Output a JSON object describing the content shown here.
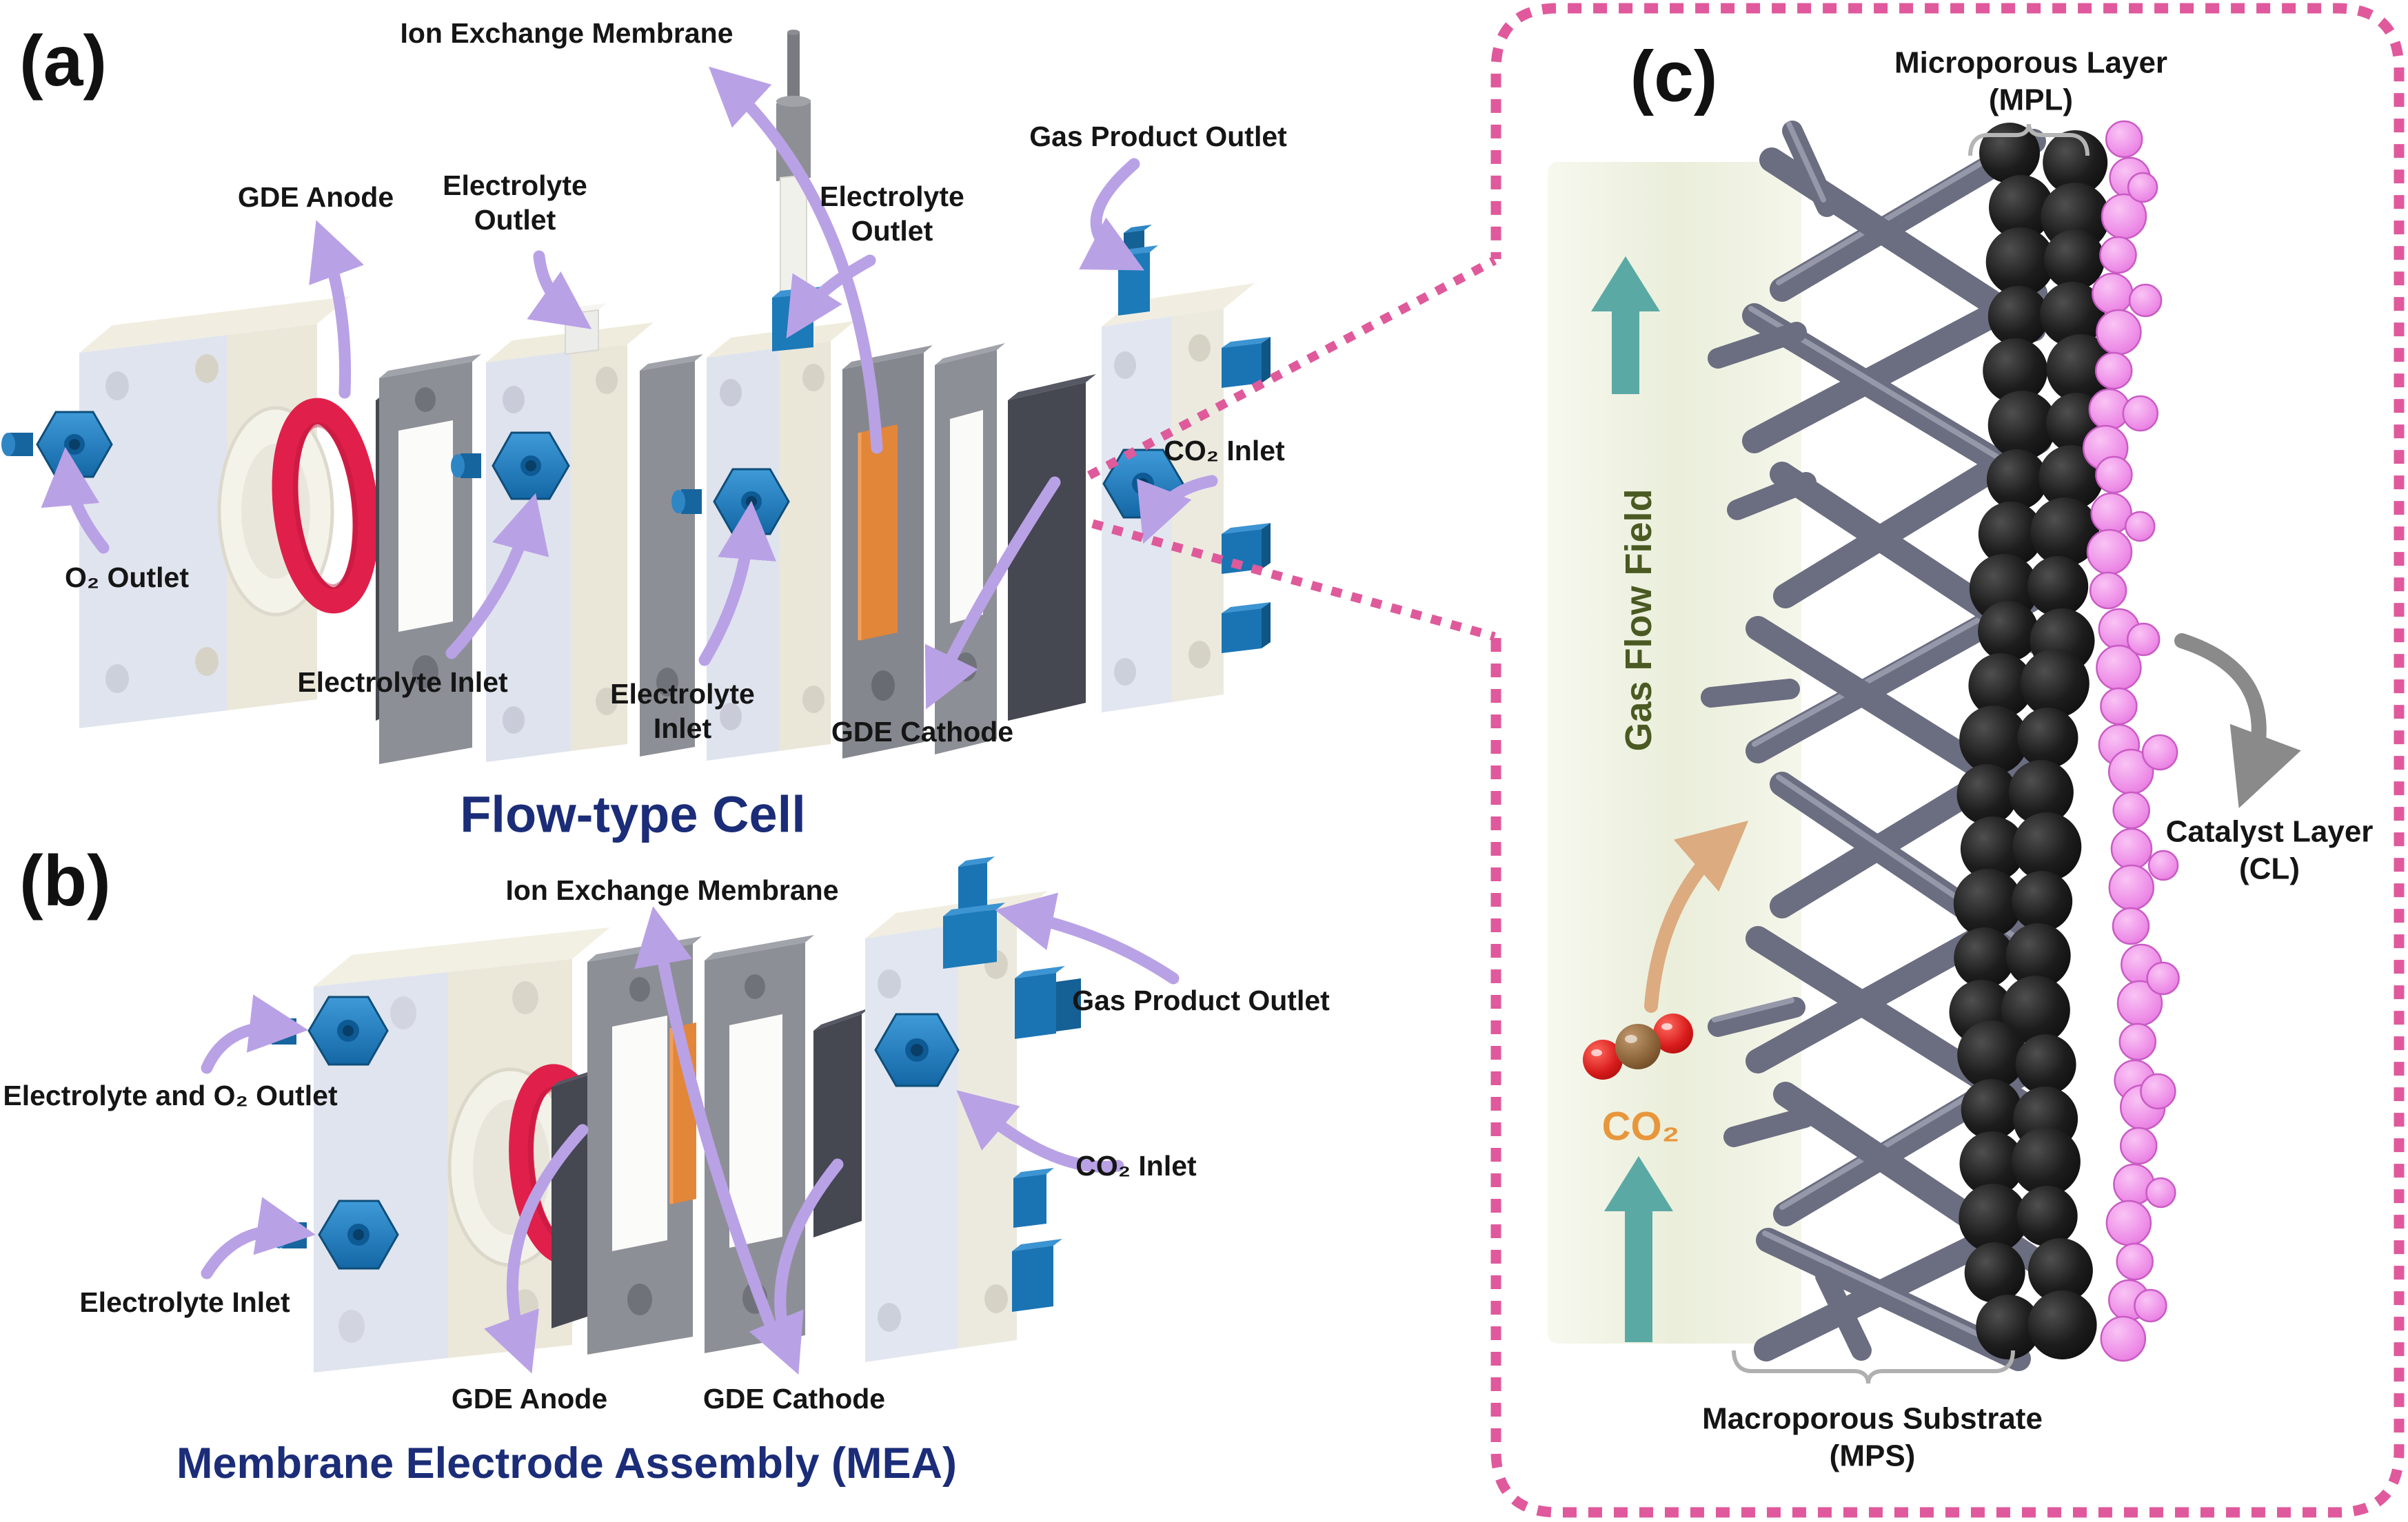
{
  "panel_a": {
    "tag": "(a)",
    "title": "Flow-type Cell",
    "labels": {
      "ion_exchange_membrane": "Ion Exchange Membrane",
      "gde_anode": "GDE Anode",
      "electrolyte_outlet_line1": "Electrolyte",
      "electrolyte_outlet_line2": "Outlet",
      "gas_product_outlet": "Gas Product Outlet",
      "o2_outlet": "O₂ Outlet",
      "electrolyte_inlet": "Electrolyte Inlet",
      "electrolyte_inlet_line1": "Electrolyte",
      "electrolyte_inlet_line2": "Inlet",
      "gde_cathode": "GDE Cathode",
      "co2_inlet": "CO₂ Inlet"
    }
  },
  "panel_b": {
    "tag": "(b)",
    "title": "Membrane Electrode Assembly (MEA)",
    "labels": {
      "ion_exchange_membrane": "Ion Exchange Membrane",
      "electrolyte_and_o2_outlet": "Electrolyte and O₂ Outlet",
      "electrolyte_inlet": "Electrolyte Inlet",
      "gde_anode": "GDE Anode",
      "gde_cathode": "GDE Cathode",
      "gas_product_outlet": "Gas Product Outlet",
      "co2_inlet": "CO₂ Inlet"
    }
  },
  "panel_c": {
    "tag": "(c)",
    "labels": {
      "microporous_layer_line1": "Microporous Layer",
      "microporous_layer_line2": "(MPL)",
      "gas_flow_field": "Gas Flow Field",
      "co2": "CO₂",
      "catalyst_layer_line1": "Catalyst Layer",
      "catalyst_layer_line2": "(CL)",
      "macroporous_substrate_line1": "Macroporous Substrate",
      "macroporous_substrate_line2": "(MPS)"
    }
  },
  "colors": {
    "title_navy": "#1b2d78",
    "arrow_purple": "#b9a1e6",
    "dash_pink": "#e0599c",
    "arrow_teal": "#5ba9a4",
    "gas_flow_field_text": "#4a5a22",
    "co2_text": "#e8963c",
    "membrane_orange": "#e2863a",
    "oring_red": "#e0204a",
    "fitting_blue": "#1c7ab8",
    "mpl_sphere_black": "#161616",
    "cl_sphere_pink": "#ee8fe8",
    "tube_gray": "#6b6d80"
  }
}
